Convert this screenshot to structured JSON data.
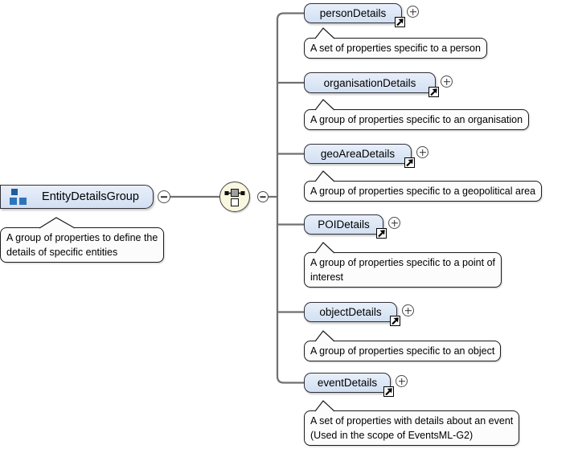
{
  "diagram": {
    "root": {
      "label": "EntityDetailsGroup",
      "annotation": "A group of properties to define the\ndetails of specific entities",
      "icon": "model-group-icon"
    },
    "compositor": {
      "type": "sequence",
      "icon": "sequence-compositor-icon"
    },
    "children": [
      {
        "label": "personDetails",
        "annotation": "A set of properties specific to a person"
      },
      {
        "label": "organisationDetails",
        "annotation": "A group of properties specific to an organisation"
      },
      {
        "label": "geoAreaDetails",
        "annotation": "A group of properties specific to a geopolitical area"
      },
      {
        "label": "POIDetails",
        "annotation": "A group of properties specific to a point of\ninterest"
      },
      {
        "label": "objectDetails",
        "annotation": "A group of properties specific to an object"
      },
      {
        "label": "eventDetails",
        "annotation": "A set of properties with details about an event\n(Used in the scope of EventsML-G2)"
      }
    ],
    "colors": {
      "node_fill_top": "#e9effa",
      "node_fill_bottom": "#d2e0f2",
      "node_border": "#30303a",
      "annotation_fill": "#fcfcfc",
      "connector": "#707070",
      "compositor_fill": "#faf7e0",
      "icon_blue": "#2e74ba",
      "icon_blue_dark": "#1e5c9e",
      "background": "#ffffff"
    }
  }
}
